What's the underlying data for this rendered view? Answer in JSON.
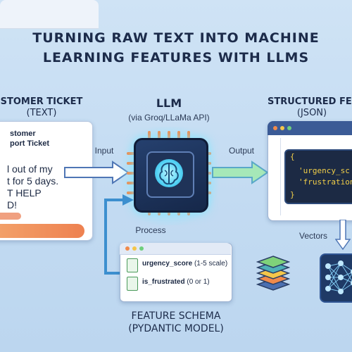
{
  "title": {
    "line1": "TURNING RAW TEXT INTO MACHINE",
    "line2": "LEARNING FEATURES WITH LLMS"
  },
  "ticket": {
    "heading_line1": "STOMER TICKET",
    "heading_line2": "(TEXT)",
    "header_line1": "stomer",
    "header_line2": "port Ticket",
    "body_line1": "l out of my",
    "body_line2": "t for 5 days.",
    "body_line3": "T HELP",
    "body_line4": "D!"
  },
  "llm": {
    "title": "LLM",
    "subtitle": "(via Groq/LLaMa API)"
  },
  "json": {
    "heading_line1": "STRUCTURED FE",
    "heading_line2": "(JSON)",
    "brace": "{",
    "key1": "'urgency_sc",
    "key2": "'frustration_",
    "brace_close": "}"
  },
  "arrows": {
    "input": "Input",
    "output": "Output",
    "process": "Process",
    "vectors": "Vectors"
  },
  "schema": {
    "field1_name": "urgency_score",
    "field1_desc": "(1-5 scale)",
    "field2_name": "is_frustrated",
    "field2_desc": "(0 or 1)",
    "caption_line1": "FEATURE SCHEMA",
    "caption_line2": "(PYDANTIC MODEL)"
  },
  "colors": {
    "accent_arrow": "#ffffff",
    "output_arrow": "#a6e8b8",
    "process_arrow": "#3c8fcf",
    "chip": "#1b2f55",
    "code_text": "#f2cf48"
  }
}
